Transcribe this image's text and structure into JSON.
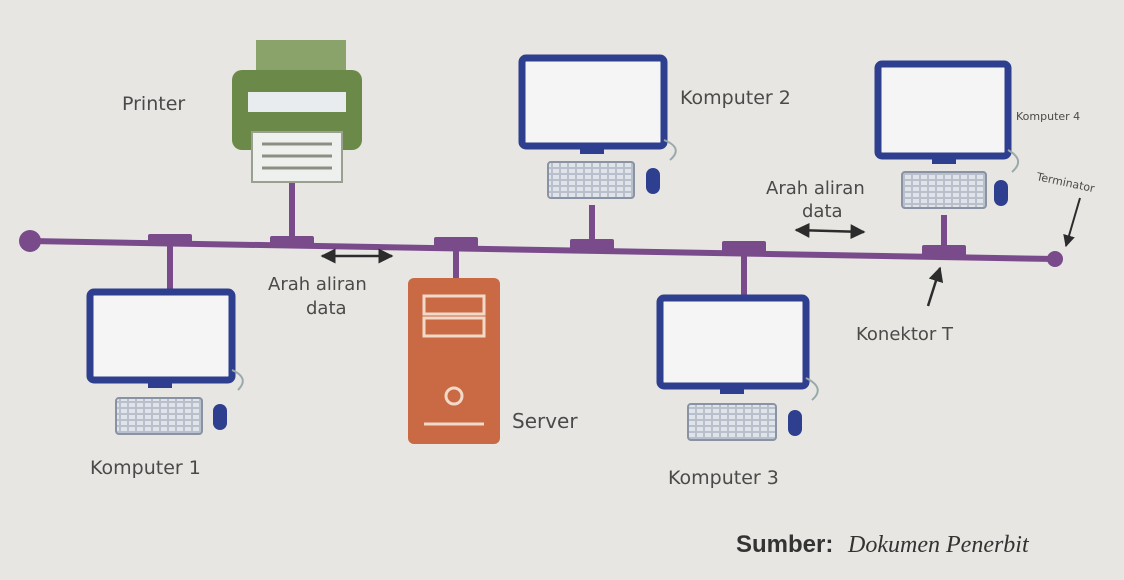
{
  "labels": {
    "printer": "Printer",
    "komputer_1": "Komputer 1",
    "komputer_2": "Komputer 2",
    "komputer_3": "Komputer 3",
    "komputer_4_partial": "Komputer 4",
    "server": "Server",
    "flow_left_line1": "Arah aliran",
    "flow_left_line2": "data",
    "flow_right_line1": "Arah aliran",
    "flow_right_line2": "data",
    "connector": "Konektor T",
    "terminator_partial": "Terminator"
  },
  "source": {
    "prefix": "Sumber:",
    "text": "Dokumen Penerbit"
  },
  "colors": {
    "bus": "#7a4b8a",
    "monitor": "#2e3f8f",
    "printer": "#6b8a4a",
    "server": "#c96a45",
    "background": "#e7e6e2"
  },
  "icons": [
    "printer-icon",
    "computer-icon",
    "server-icon",
    "arrow-icon"
  ]
}
